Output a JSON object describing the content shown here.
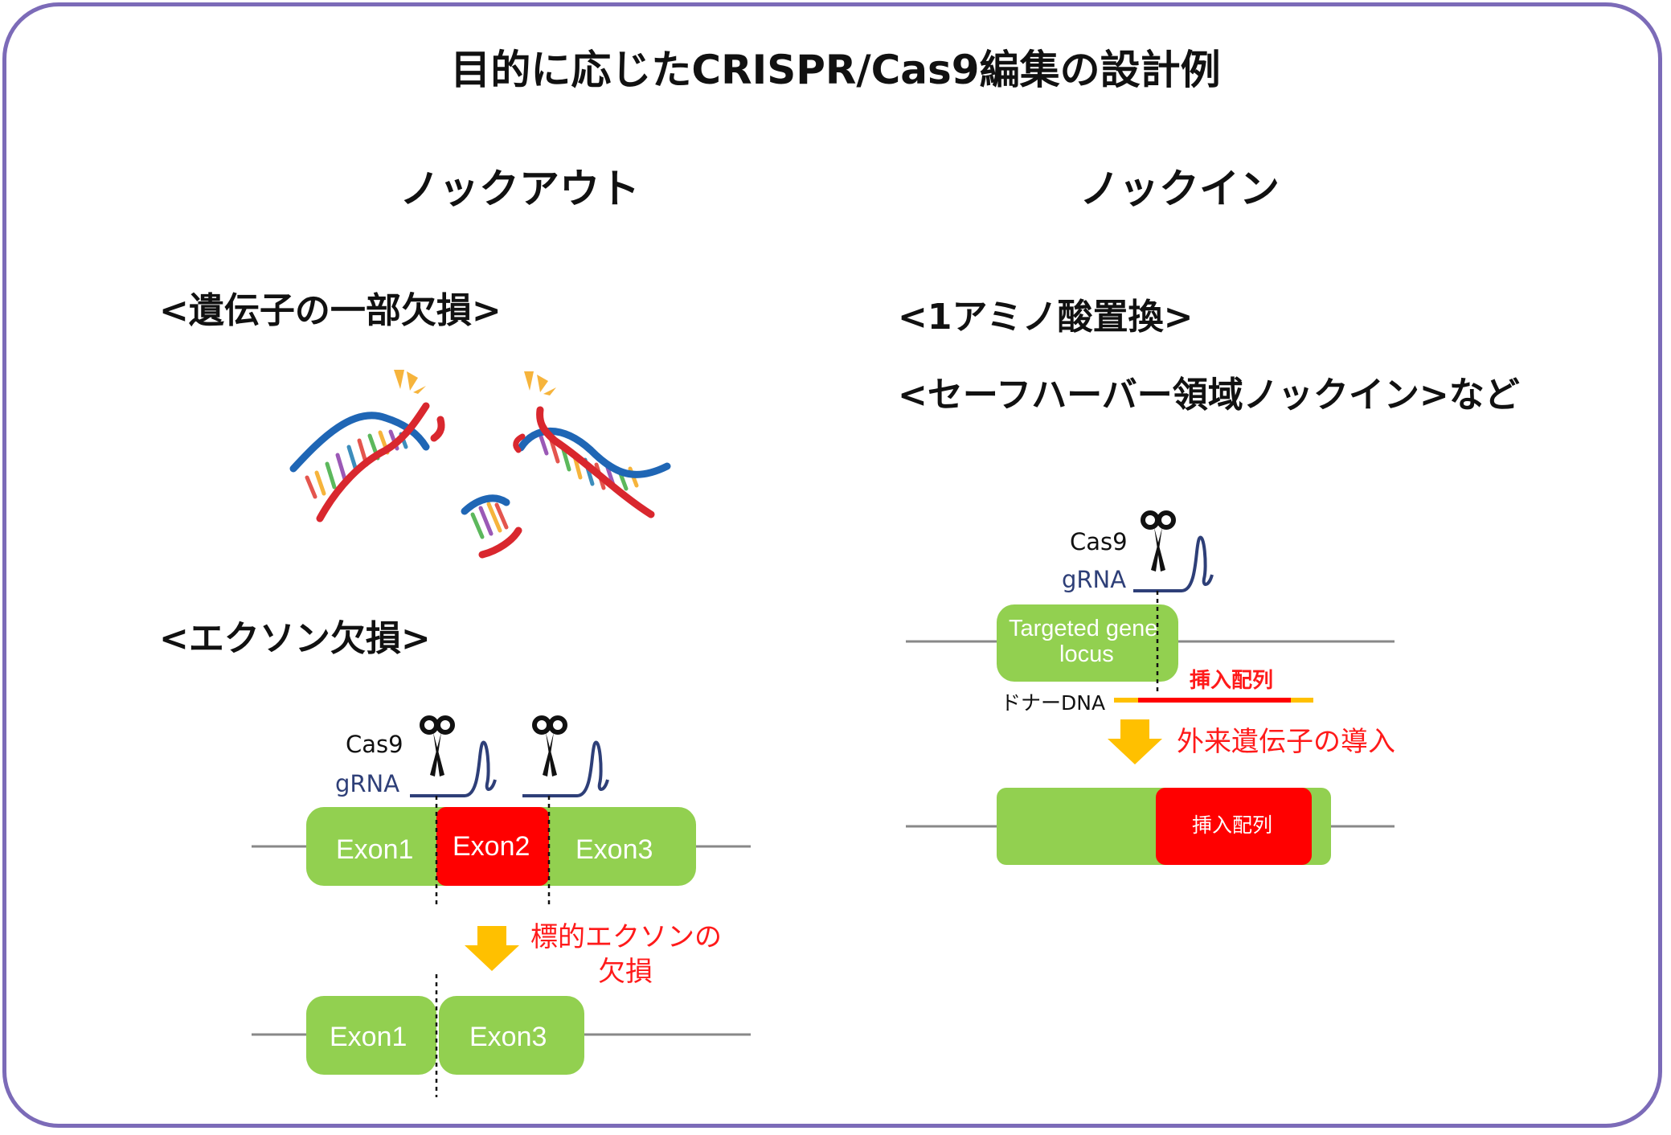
{
  "title": "目的に応じたCRISPR/Cas9編集の設計例",
  "knockout": {
    "heading": "ノックアウト",
    "partial_deletion": "<遺伝子の一部欠損>",
    "exon_deletion": "<エクソン欠損>",
    "cas9": "Cas9",
    "grna": "gRNA",
    "exon1": "Exon1",
    "exon2": "Exon2",
    "exon3": "Exon3",
    "result_line1": "標的エクソンの",
    "result_line2": "欠損",
    "after_exon1": "Exon1",
    "after_exon3": "Exon3"
  },
  "knockin": {
    "heading": "ノックイン",
    "example1": "<1アミノ酸置換>",
    "example2": "<セーフハーバー領域ノックイン>など",
    "cas9": "Cas9",
    "grna": "gRNA",
    "locus_line1": "Targeted gene",
    "locus_line2": "locus",
    "insert_label": "挿入配列",
    "donor_label": "ドナーDNA",
    "result": "外来遺伝子の導入",
    "inserted_box": "挿入配列"
  },
  "colors": {
    "frame": "#7c6bb8",
    "exon_green": "#92d050",
    "highlight_red": "#ff0000",
    "arrow_yellow": "#ffc000",
    "dna_blue": "#1f66b5",
    "dna_red": "#d9272e",
    "grna_navy": "#2e3f78"
  },
  "icons": [
    "scissors-icon",
    "dna-helix-icon",
    "down-arrow-icon"
  ]
}
